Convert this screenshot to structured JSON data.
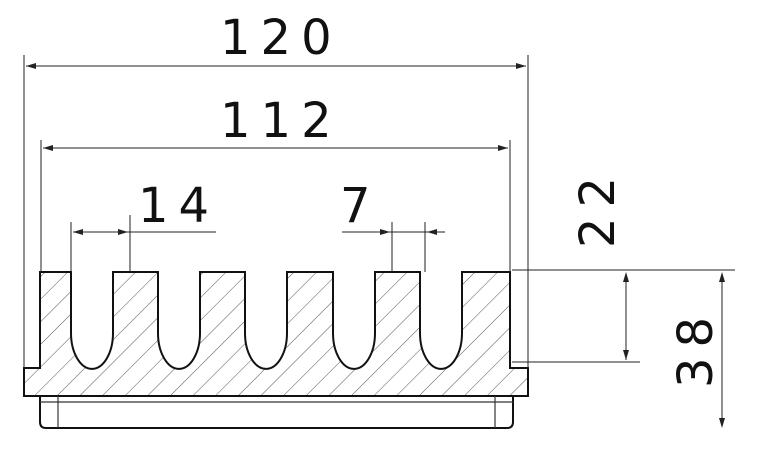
{
  "dimensions": {
    "overall_width": "120",
    "inner_width": "112",
    "pitch": "14",
    "slot_gap": "7",
    "fin_height": "22",
    "total_height": "38"
  }
}
